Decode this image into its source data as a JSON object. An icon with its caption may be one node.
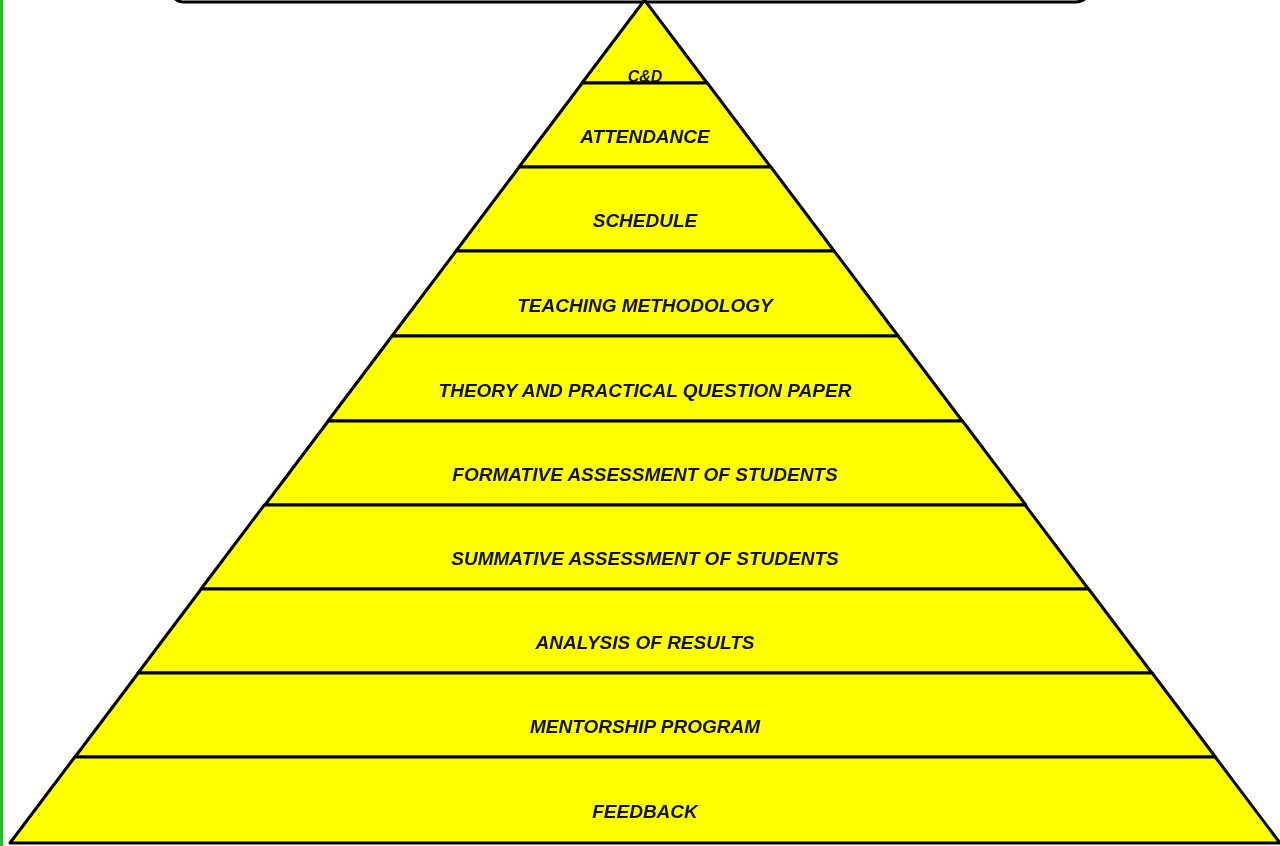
{
  "diagram": {
    "nodes": [
      {
        "text": [
          "C&D"
        ]
      },
      {
        "text": [
          "ATTENDANCE"
        ]
      },
      {
        "text": [
          "SCHEDULE"
        ]
      },
      {
        "text": [
          "TEACHING METHODOLOGY"
        ]
      },
      {
        "text": [
          "THEORY AND PRACTICAL QUESTION PAPER"
        ]
      },
      {
        "text": [
          "FORMATIVE ASSESSMENT OF STUDENTS"
        ]
      },
      {
        "text": [
          "SUMMATIVE ASSESSMENT OF STUDENTS"
        ]
      },
      {
        "text": [
          "ANALYSIS OF RESULTS"
        ]
      },
      {
        "text": [
          "MENTORSHIP PROGRAM"
        ]
      },
      {
        "text": [
          "FEEDBACK"
        ]
      }
    ]
  }
}
